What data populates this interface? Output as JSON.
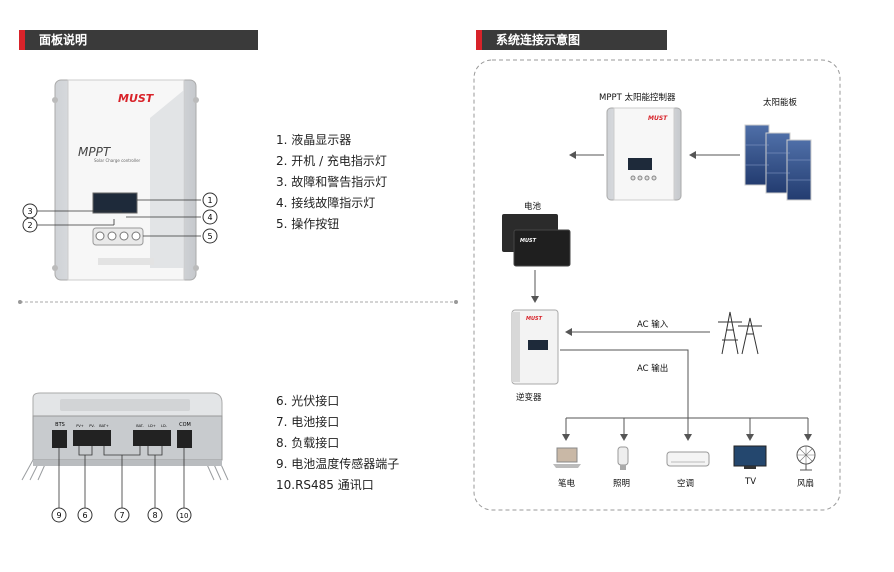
{
  "left_header": "面板说明",
  "right_header": "系统连接示意图",
  "panel_items": [
    "1.  液晶显示器",
    "2.  开机 / 充电指示灯",
    "3.  故障和警告指示灯",
    "4.  接线故障指示灯",
    "5.  操作按钮"
  ],
  "port_items": [
    "6.  光伏接口",
    "7.  电池接口",
    "8.  负载接口",
    "9.  电池温度传感器端子",
    "10.RS485 通讯口"
  ],
  "controller": {
    "brand": "MUST",
    "model": "MPPT",
    "subtitle": "Solar Charge controller"
  },
  "front_callouts": [
    "1",
    "2",
    "3",
    "4",
    "5"
  ],
  "bottom_ports": {
    "bts": "BTS",
    "pv": [
      "PV+",
      "PV-"
    ],
    "bat": [
      "BAT+",
      "BAT-"
    ],
    "ld": [
      "LD+",
      "LD-"
    ],
    "com": "COM"
  },
  "bottom_callouts": [
    "9",
    "6",
    "7",
    "8",
    "10"
  ],
  "diagram": {
    "controller_label": "MPPT 太阳能控制器",
    "panel_label": "太阳能板",
    "battery_label": "电池",
    "inverter_label": "逆变器",
    "ac_in_label": "AC 输入",
    "ac_out_label": "AC 输出",
    "appliances": [
      "笔电",
      "照明",
      "空调",
      "TV",
      "风扇"
    ]
  },
  "colors": {
    "accent": "#d8232a",
    "header_bg": "#3a3a3a",
    "line": "#555555"
  }
}
